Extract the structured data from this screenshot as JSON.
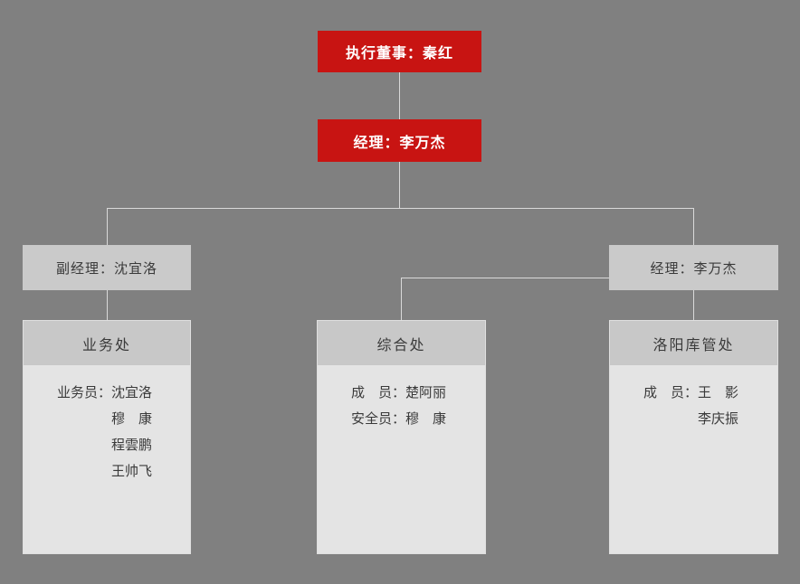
{
  "colors": {
    "background": "#808080",
    "accent_red": "#C81412",
    "red_text": "#FFFFFF",
    "manager_box": "#CACACA",
    "dept_header": "#C8C8C8",
    "dept_body": "#E4E4E4",
    "dark_text": "#3A3A3A",
    "connector": "#D9D9D9"
  },
  "org_chart": {
    "executive": {
      "label": "执行董事：秦红"
    },
    "general_manager": {
      "label": "经理：李万杰"
    },
    "branch_managers": [
      {
        "label": "副经理：沈宜洛"
      },
      {
        "label": "经理：李万杰"
      }
    ],
    "departments": [
      {
        "name": "业务处",
        "members": [
          {
            "role": "业务员：",
            "name": "沈宜洛"
          },
          {
            "role": "",
            "name": "穆　康"
          },
          {
            "role": "",
            "name": "程雲鹏"
          },
          {
            "role": "",
            "name": "王帅飞"
          }
        ]
      },
      {
        "name": "综合处",
        "members": [
          {
            "role": "成　员：",
            "name": "楚阿丽"
          },
          {
            "role": "安全员：",
            "name": "穆　康"
          }
        ]
      },
      {
        "name": "洛阳库管处",
        "members": [
          {
            "role": "成　员：",
            "name": "王　影"
          },
          {
            "role": "",
            "name": "李庆振"
          }
        ]
      }
    ]
  }
}
